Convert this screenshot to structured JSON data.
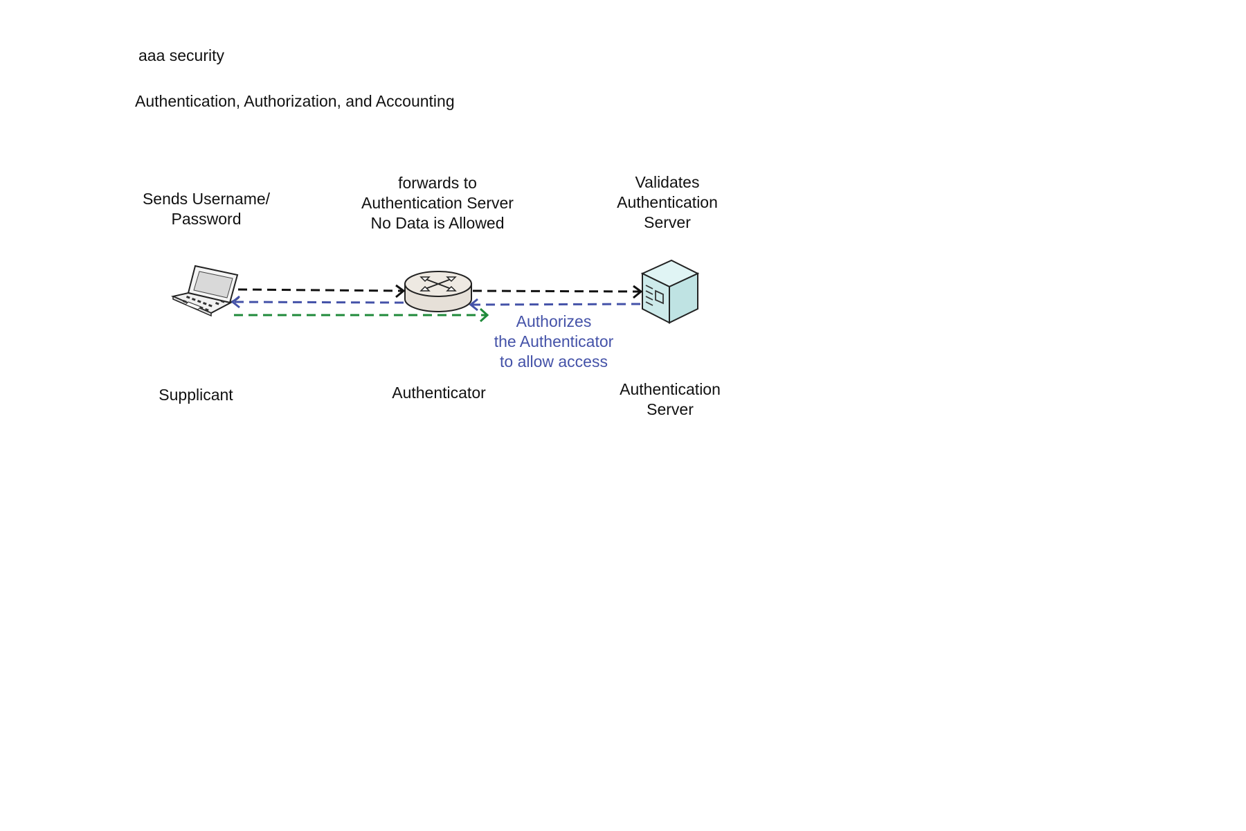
{
  "header": {
    "title": "aaa security",
    "subtitle": "Authentication, Authorization, and Accounting"
  },
  "diagram": {
    "nodes": [
      {
        "id": "supplicant",
        "label": "Supplicant",
        "icon": "laptop-icon",
        "description": [
          "Sends Username/",
          "Password"
        ]
      },
      {
        "id": "authenticator",
        "label": "Authenticator",
        "icon": "router-icon",
        "description": [
          "forwards to",
          "Authentication Server",
          "No Data is Allowed"
        ]
      },
      {
        "id": "authentication-server",
        "label": [
          "Authentication",
          "Server"
        ],
        "icon": "server-icon",
        "description": [
          "Validates",
          "Authentication",
          "Server"
        ]
      }
    ],
    "flow_note": [
      "Authorizes",
      "the Authenticator",
      "to allow access"
    ],
    "colors": {
      "request": "#111111",
      "authorize": "#4452a8",
      "data": "#1f8a3a",
      "server_fill": "#cfecec",
      "router_fill": "#e9e4dd"
    }
  }
}
